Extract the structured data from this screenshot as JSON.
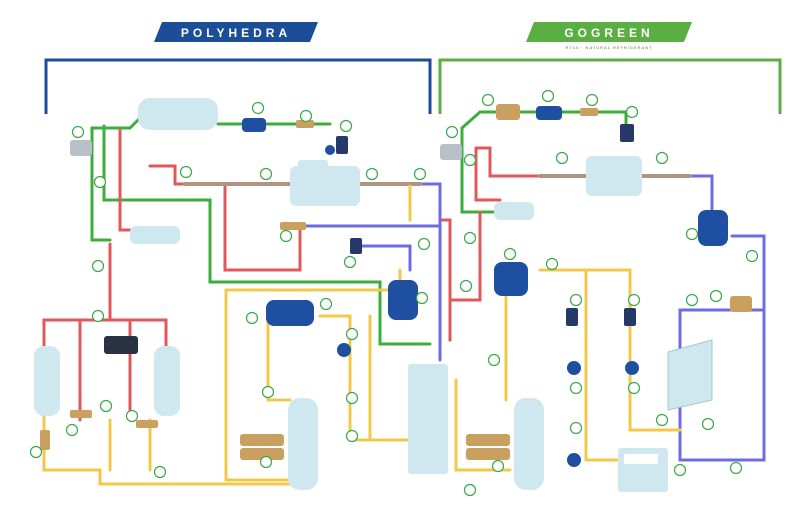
{
  "brands": {
    "left": {
      "name": "POLYHEDRA",
      "color": "#1b4e96"
    },
    "right": {
      "name": "GOGREEN",
      "tagline": "R744 · NATURAL REFRIGERANT",
      "color": "#5aae44"
    }
  },
  "colors": {
    "liquid_line": "#f2c84b",
    "suction_line": "#6c6ce0",
    "discharge_line": "#e0585a",
    "return_line": "#3cae3c",
    "component_light": "#cfe7ee",
    "brass": "#c9a060",
    "filter_blue": "#1f4fa0",
    "tag_green": "#38a845"
  },
  "component_icons": [
    "receiver-tank",
    "compressor",
    "filter-drier",
    "solenoid-valve",
    "ball-valve",
    "sight-glass",
    "oil-separator",
    "evaporator",
    "condenser"
  ]
}
